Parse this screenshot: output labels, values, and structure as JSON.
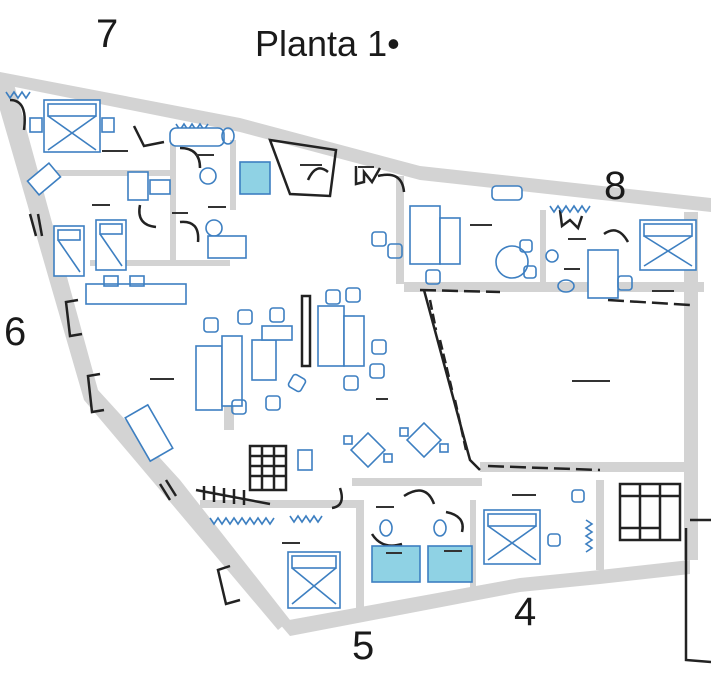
{
  "title": "Planta 1•",
  "unit_numbers": {
    "n4": "4",
    "n5": "5",
    "n6": "6",
    "n7": "7",
    "n8": "8"
  },
  "palette": {
    "wall": "#d3d3d3",
    "furniture": "#3d7fc1",
    "fixture_fill": "#8fd2e4",
    "line": "#222222"
  }
}
